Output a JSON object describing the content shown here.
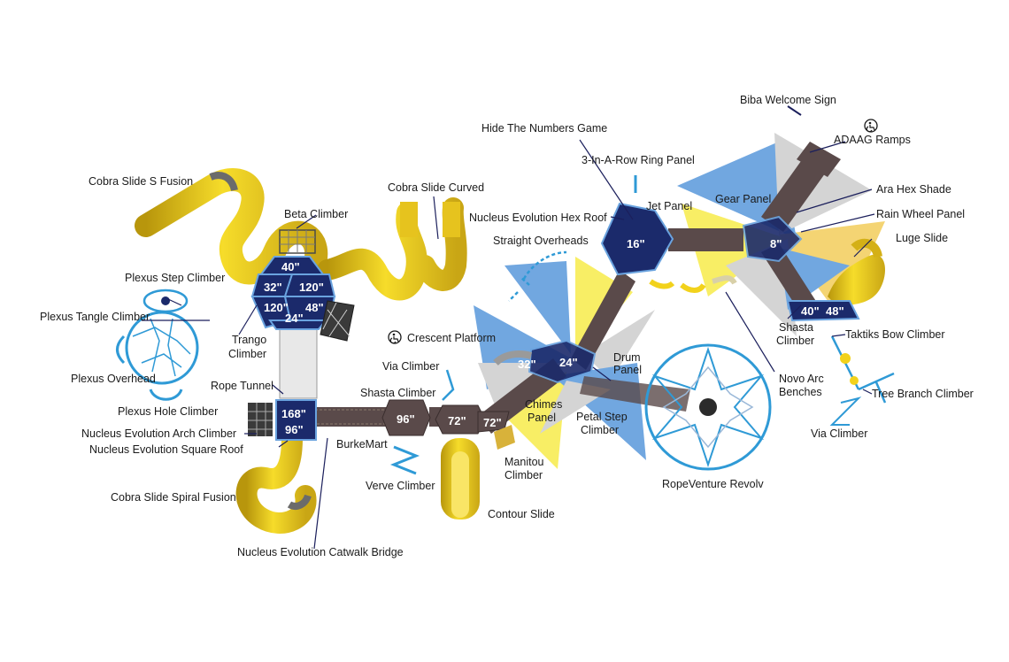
{
  "labels": {
    "biba_welcome_sign": "Biba Welcome Sign",
    "hide_numbers_game": "Hide The Numbers Game",
    "adaag_ramps": "ADAAG Ramps",
    "three_in_a_row": "3-In-A-Row Ring Panel",
    "cobra_s_fusion": "Cobra Slide S Fusion",
    "cobra_curved": "Cobra Slide Curved",
    "gear_panel": "Gear Panel",
    "ara_hex_shade": "Ara Hex Shade",
    "jet_panel": "Jet Panel",
    "beta_climber": "Beta Climber",
    "nucleus_hex_roof": "Nucleus Evolution Hex Roof",
    "rain_wheel_panel": "Rain Wheel Panel",
    "luge_slide": "Luge Slide",
    "straight_overheads": "Straight Overheads",
    "plexus_step": "Plexus Step Climber",
    "plexus_tangle": "Plexus Tangle Climber",
    "trango_climber_1": "Trango",
    "trango_climber_2": "Climber",
    "crescent_platform": "Crescent Platform",
    "shasta_climber_right_1": "Shasta",
    "shasta_climber_right_2": "Climber",
    "taktiks_bow": "Taktiks Bow Climber",
    "drum_panel_1": "Drum",
    "drum_panel_2": "Panel",
    "via_climber_mid": "Via Climber",
    "plexus_overhead": "Plexus Overhead",
    "novo_arc_1": "Novo Arc",
    "novo_arc_2": "Benches",
    "rope_tunnel": "Rope Tunnel",
    "shasta_climber_mid": "Shasta Climber",
    "tree_branch": "Tree Branch Climber",
    "plexus_hole": "Plexus Hole Climber",
    "chimes_panel_1": "Chimes",
    "chimes_panel_2": "Panel",
    "petal_step_1": "Petal Step",
    "petal_step_2": "Climber",
    "nucleus_arch": "Nucleus Evolution Arch Climber",
    "via_climber_right": "Via Climber",
    "burkemart": "BurkeMart",
    "nucleus_square_roof": "Nucleus Evolution Square Roof",
    "manitou_1": "Manitou",
    "manitou_2": "Climber",
    "verve_climber": "Verve Climber",
    "ropeventure": "RopeVenture Revolv",
    "cobra_spiral": "Cobra Slide Spiral Fusion",
    "contour_slide": "Contour Slide",
    "catwalk_bridge": "Nucleus Evolution Catwalk Bridge"
  },
  "measurements": {
    "d40_top": "40\"",
    "d32": "32\"",
    "d120_right": "120\"",
    "d120_left": "120\"",
    "d48_left": "48\"",
    "d24_left": "24\"",
    "d168": "168\"",
    "d96_left": "96\"",
    "d96_mid": "96\"",
    "d72_a": "72\"",
    "d72_b": "72\"",
    "d16": "16\"",
    "d32_mid": "32\"",
    "d24_mid": "24\"",
    "d8": "8\"",
    "d40_right": "40\"",
    "d48_right": "48\""
  },
  "colors": {
    "deck_navy": "#1b2a6b",
    "walkway_brown": "#5a4a4a",
    "slide_yellow": "#f2d21c",
    "shade_blue": "#4a8fd8",
    "shade_yellow": "#f7ea3a",
    "shade_gray": "#c8c8c8",
    "climber_cyan": "#2f9ad6"
  },
  "icons": {
    "accessibility": "wheelchair-icon"
  }
}
